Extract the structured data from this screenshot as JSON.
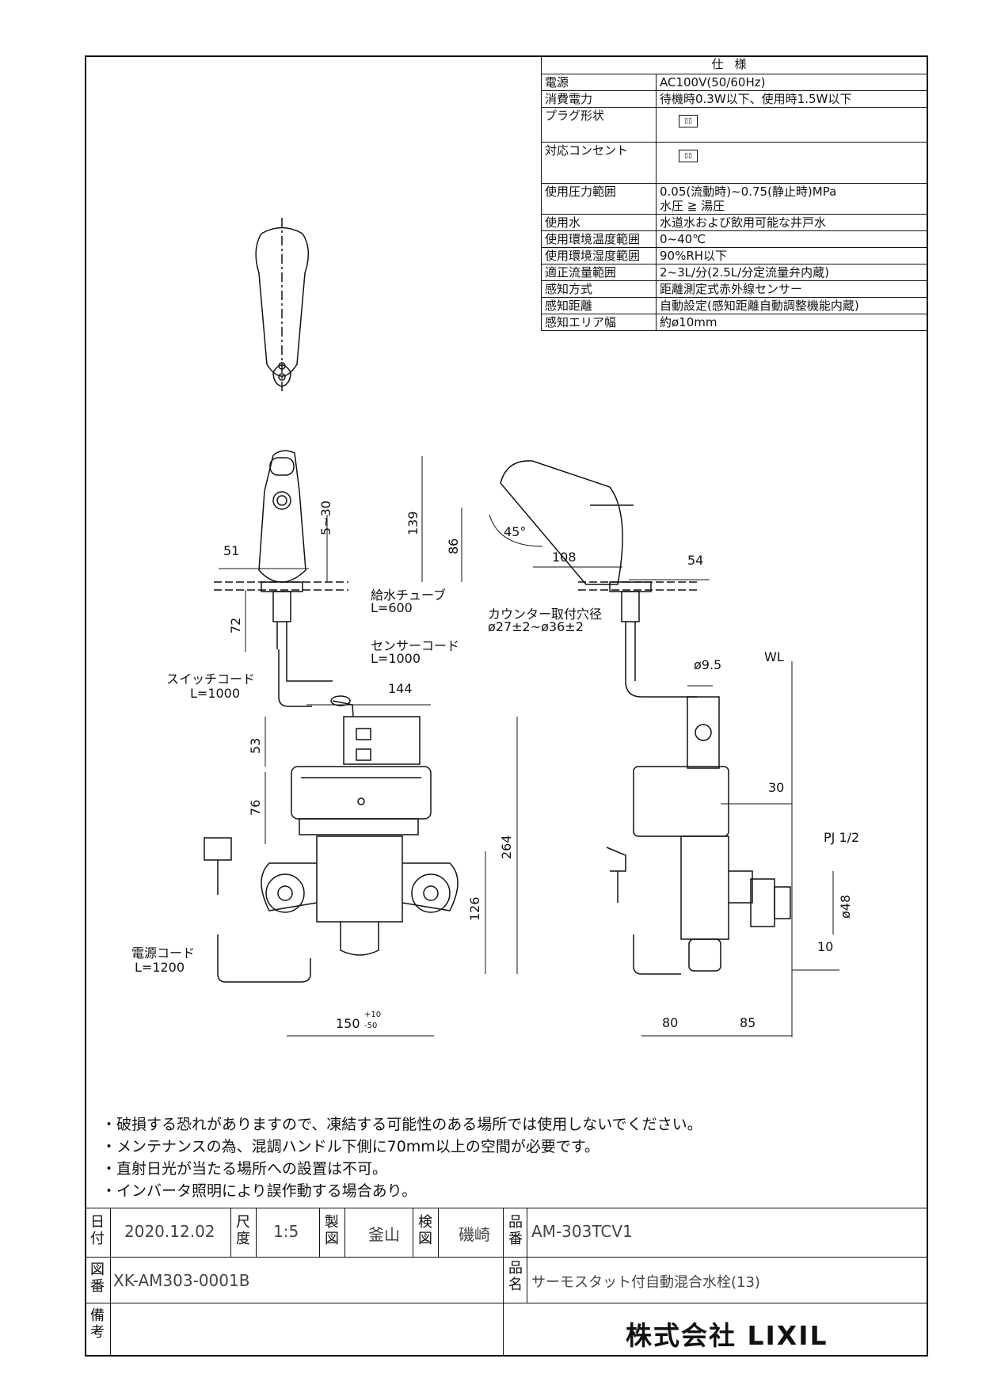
{
  "spec": {
    "header": "仕様",
    "rows": [
      {
        "key": "電源",
        "value": "AC100V(50/60Hz)"
      },
      {
        "key": "消費電力",
        "value": "待機時0.3W以下、使用時1.5W以下"
      },
      {
        "key": "プラグ形状",
        "value": ""
      },
      {
        "key": "対応コンセント",
        "value": ""
      },
      {
        "key": "使用圧力範囲",
        "value": "0.05(流動時)~0.75(静止時)MPa",
        "value2": "水圧 ≧ 湯圧"
      },
      {
        "key": "使用水",
        "value": "水道水および飲用可能な井戸水"
      },
      {
        "key": "使用環境温度範囲",
        "value": "0~40℃"
      },
      {
        "key": "使用環境湿度範囲",
        "value": "90%RH以下"
      },
      {
        "key": "適正流量範囲",
        "value": "2~3L/分(2.5L/分定流量弁内蔵)"
      },
      {
        "key": "感知方式",
        "value": "距離測定式赤外線センサー"
      },
      {
        "key": "感知距離",
        "value": "自動設定(感知距離自動調整機能内蔵)"
      },
      {
        "key": "感知エリア幅",
        "value": "約ø10mm"
      }
    ]
  },
  "dimensions": {
    "d51": "51",
    "d5_30": "5~30",
    "d72": "72",
    "d139": "139",
    "d86": "86",
    "d45": "45°",
    "d108": "108",
    "d54": "54",
    "d144": "144",
    "d53": "53",
    "d76": "76",
    "d264": "264",
    "d126": "126",
    "d150": "150",
    "d150_tol_up": "+10",
    "d150_tol_dn": "-50",
    "d95": "ø9.5",
    "d30": "30",
    "d48": "ø48",
    "d10": "10",
    "d80": "80",
    "d85": "85",
    "wl": "WL"
  },
  "labels": {
    "supply_tube": "給水チューブ",
    "supply_tube_len": "L=600",
    "sensor_cord": "センサーコード",
    "sensor_cord_len": "L=1000",
    "switch_cord": "スイッチコード",
    "switch_cord_len": "L=1000",
    "power_cord": "電源コード",
    "power_cord_len": "L=1200",
    "counter_hole": "カウンター取付穴径",
    "counter_hole_size": "ø27±2~ø36±2",
    "pj": "PJ 1/2"
  },
  "notes": [
    "・破損する恐れがありますので、凍結する可能性のある場所では使用しないでください。",
    "・メンテナンスの為、混調ハンドル下側に70mm以上の空間が必要です。",
    "・直射日光が当たる場所への設置は不可。",
    "・インバータ照明により誤作動する場合あり。"
  ],
  "titleblock": {
    "date_label": "日付",
    "date": "2020.12.02",
    "scale_label": "尺度",
    "scale": "1:5",
    "drawn_label": "製図",
    "drawn": "釜山",
    "checked_label": "検図",
    "checked": "磯崎",
    "part_no_label": "品番",
    "part_no": "AM-303TCV1",
    "drawing_no_label": "図番",
    "drawing_no": "XK-AM303-0001B",
    "name_label": "品名",
    "name": "サーモスタット付自動混合水栓(13)",
    "remarks_label": "備考",
    "company": "株式会社 LIXIL"
  }
}
